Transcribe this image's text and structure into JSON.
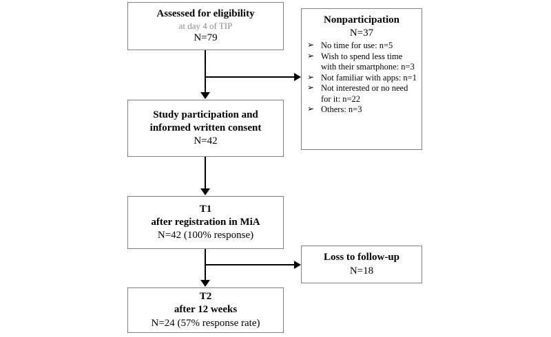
{
  "diagram": {
    "type": "flowchart",
    "title": "Study participation flow diagram",
    "colors": {
      "box_border": "#808080",
      "connector": "#000000",
      "muted_text": "#8c8c8c",
      "background": "#ffffff"
    }
  },
  "nodes": {
    "assessed": {
      "title": "Assessed for eligibility",
      "subtitle": "at day 4 of TIP",
      "count": "N=79"
    },
    "nonparticipation": {
      "title": "Nonparticipation",
      "count": "N=37",
      "bullet_glyph": "➢",
      "reasons": [
        "No time for use: n=5",
        "Wish to spend less time with their smartphone: n=3",
        "Not familiar with apps: n=1",
        "Not interested or no need for it: n=22",
        "Others: n=3"
      ]
    },
    "consent": {
      "title_line1": "Study participation and",
      "title_line2": "informed written consent",
      "count": "N=42"
    },
    "t1": {
      "title": "T1",
      "subtitle": "after registration in MiA",
      "count": "N=42 (100% response)"
    },
    "loss": {
      "title": "Loss to follow-up",
      "count": "N=18"
    },
    "t2": {
      "title": "T2",
      "subtitle": "after 12 weeks",
      "count": "N=24 (57% response rate)"
    }
  }
}
